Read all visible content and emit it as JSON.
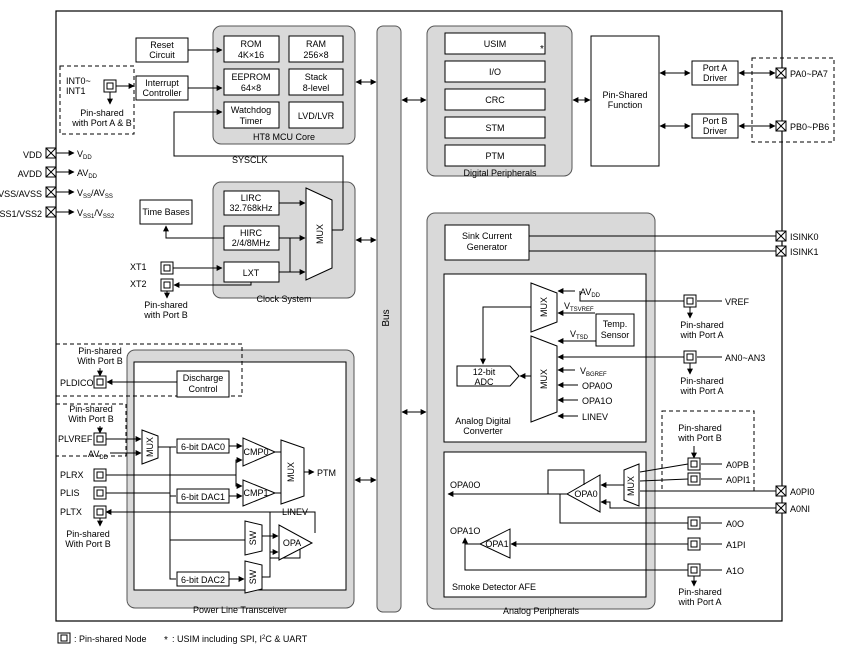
{
  "blocks": {
    "reset": [
      "Reset",
      "Circuit"
    ],
    "interrupt": [
      "Interrupt",
      "Controller"
    ],
    "rom": [
      "ROM",
      "4K×16"
    ],
    "ram": [
      "RAM",
      "256×8"
    ],
    "eeprom": [
      "EEPROM",
      "64×8"
    ],
    "stack": [
      "Stack",
      "8-level"
    ],
    "watchdog": [
      "Watchdog",
      "Timer"
    ],
    "lvd": "LVD/LVR",
    "mcu_core": "HT8 MCU Core",
    "sysclk": "SYSCLK",
    "time_bases": "Time Bases",
    "lirc": [
      "LIRC",
      "32.768kHz"
    ],
    "hirc": [
      "HIRC",
      "2/4/8MHz"
    ],
    "mux": "MUX",
    "lxt": "LXT",
    "clock_system": "Clock System",
    "bus": "Bus",
    "usim": "USIM",
    "star": "*",
    "io": "I/O",
    "crc": "CRC",
    "stm": "STM",
    "ptm": "PTM",
    "digital_peripherals": "Digital Peripherals",
    "pin_shared_function": [
      "Pin-Shared",
      "Function"
    ],
    "port_a_driver": [
      "Port A",
      "Driver"
    ],
    "port_b_driver": [
      "Port B",
      "Driver"
    ],
    "sink_current": [
      "Sink Current",
      "Generator"
    ],
    "temp_sensor": [
      "Temp.",
      "Sensor"
    ],
    "adc": [
      "12-bit",
      "ADC"
    ],
    "adc_group": [
      "Analog Digital",
      "Converter"
    ],
    "afe_group": "Smoke Detector AFE",
    "analog_peripherals": "Analog Peripherals",
    "discharge": [
      "Discharge",
      "Control"
    ],
    "dac0": "6-bit DAC0",
    "dac1": "6-bit DAC1",
    "dac2": "6-bit DAC2",
    "cmp0": "CMP0",
    "cmp1": "CMP1",
    "sw": "SW",
    "opa": "OPA",
    "opa0": "OPA0",
    "opa1": "OPA1",
    "plt_group": "Power Line Transceiver"
  },
  "pins": {
    "int": [
      "INT0~",
      "INT1"
    ],
    "int_note": [
      "Pin-shared",
      "with Port A & B"
    ],
    "vdd": "VDD",
    "vdd_int": "V",
    "vdd_int_sub": "DD",
    "avdd": "AVDD",
    "avdd_int": "AV",
    "avdd_int_sub": "DD",
    "vss": "VSS/AVSS",
    "vss_int": [
      "V",
      "SS",
      "/AV",
      "SS"
    ],
    "vss2": "VSS1/VSS2",
    "vss2_int": [
      "V",
      "SS1",
      "/V",
      "SS2"
    ],
    "xt1": "XT1",
    "xt2": "XT2",
    "xt_note": [
      "Pin-shared",
      "with Port B"
    ],
    "pa": "PA0~PA7",
    "pb": "PB0~PB6",
    "isink0": "ISINK0",
    "isink1": "ISINK1",
    "vref": "VREF",
    "vref_note": [
      "Pin-shared",
      "with Port A"
    ],
    "an": "AN0~AN3",
    "an_note": [
      "Pin-shared",
      "with Port A"
    ],
    "afe_note": [
      "Pin-shared",
      "with Port B"
    ],
    "a0pb": "A0PB",
    "a0pi1": "A0PI1",
    "a0pi0": "A0PI0",
    "a0ni": "A0NI",
    "a0o": "A0O",
    "a1pi": "A1PI",
    "a1o": "A1O",
    "a1_note": [
      "Pin-shared",
      "with Port A"
    ],
    "pldico_note": [
      "Pin-shared",
      "With Port B"
    ],
    "pldico": "PLDICO",
    "plvref_note": [
      "Pin-shared",
      "With Port B"
    ],
    "plvref": "PLVREF",
    "plt_avdd": "AV",
    "plt_avdd_sub": "DD",
    "plrx": "PLRX",
    "plis": "PLIS",
    "pltx": "PLTX",
    "pltx_note": [
      "Pin-shared",
      "With Port B"
    ],
    "ptm_out": "PTM",
    "linev_plt": "LINEV"
  },
  "signals": {
    "avdd": "AV",
    "avdd_sub": "DD",
    "vtsvref": "V",
    "vtsvref_sub": "TSVREF",
    "vtsd": "V",
    "vtsd_sub": "TSD",
    "vbgref": "V",
    "vbgref_sub": "BGREF",
    "opa0o": "OPA0O",
    "opa1o": "OPA1O",
    "linev": "LINEV",
    "afe_opa0o": "OPA0O",
    "afe_opa1o": "OPA1O"
  },
  "legend": {
    "pin_shared_node": ": Pin-shared Node",
    "star": "*",
    "usim_note_pre": ": USIM including SPI, I",
    "usim_note_sup": "2",
    "usim_note_post": "C & UART"
  }
}
